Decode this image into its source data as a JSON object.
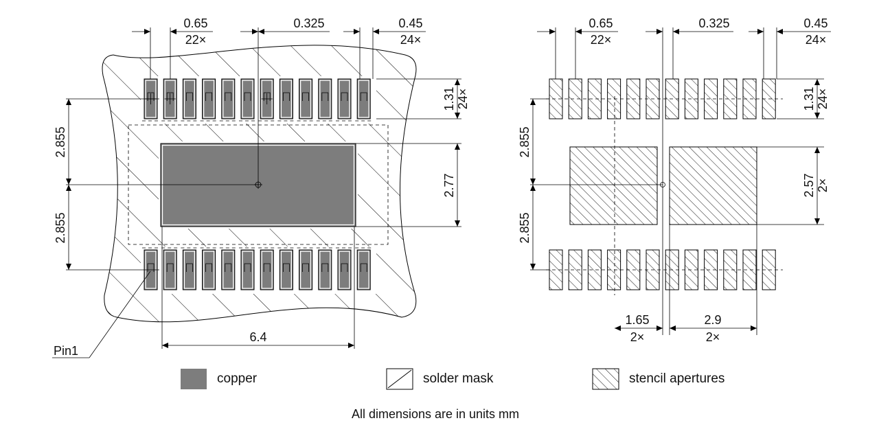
{
  "left_view": {
    "dims": {
      "pitch": "0.65",
      "pitch_count": "22×",
      "center_offset": "0.325",
      "pad_width": "0.45",
      "pad_width_count": "24×",
      "pad_length": "1.31",
      "pad_length_count": "24×",
      "row_offset_top": "2.855",
      "row_offset_bottom": "2.855",
      "ep_height": "2.77",
      "ep_width": "6.4"
    },
    "pin1_label": "Pin1"
  },
  "right_view": {
    "dims": {
      "pitch": "0.65",
      "pitch_count": "22×",
      "center_offset": "0.325",
      "pad_width": "0.45",
      "pad_width_count": "24×",
      "pad_length": "1.31",
      "pad_length_count": "24×",
      "row_offset_top": "2.855",
      "row_offset_bottom": "2.855",
      "aperture_height": "2.57",
      "aperture_height_count": "2×",
      "aperture_gap": "1.65",
      "aperture_gap_count": "2×",
      "aperture_width": "2.9",
      "aperture_width_count": "2×"
    }
  },
  "legend": {
    "copper": "copper",
    "solder_mask": "solder mask",
    "stencil": "stencil apertures"
  },
  "note": "All dimensions are in units mm",
  "colors": {
    "copper": "#7d7d7d",
    "line": "#000000",
    "background": "#ffffff"
  }
}
